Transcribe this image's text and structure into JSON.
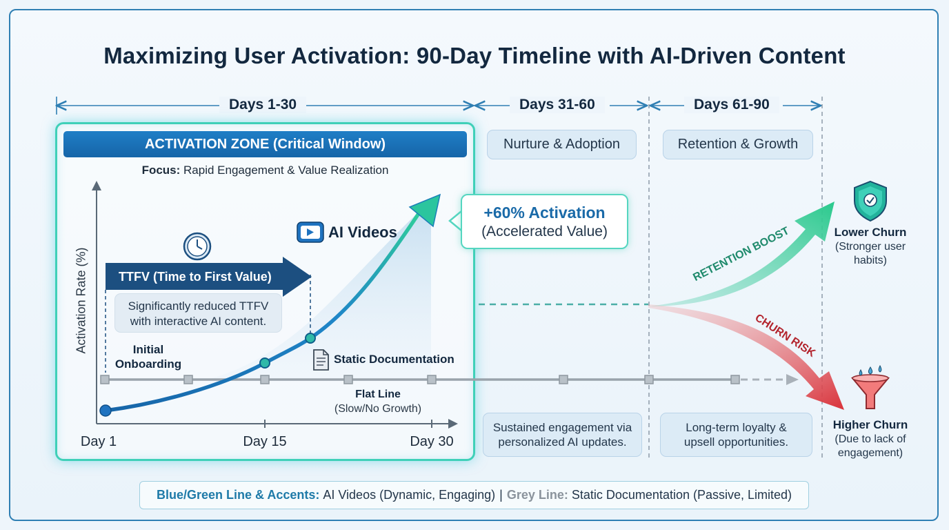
{
  "title": "Maximizing User Activation: 90-Day Timeline with AI-Driven Content",
  "phases": [
    {
      "label": "Days 1-30",
      "zone": "ACTIVATION ZONE (Critical Window)",
      "focus_label": "Focus:",
      "focus_text": "Rapid Engagement & Value Realization"
    },
    {
      "label": "Days 31-60",
      "badge": "Nurture & Adoption",
      "note": "Sustained engagement via personalized AI updates."
    },
    {
      "label": "Days 61-90",
      "badge": "Retention & Growth",
      "note": "Long-term loyalty & upsell opportunities."
    }
  ],
  "chart": {
    "y_axis_label": "Activation Rate (%)",
    "x_ticks": [
      "Day 1",
      "Day 15",
      "Day 30"
    ],
    "ai_series_label": "AI Videos",
    "static_series_label": "Static Documentation",
    "flat_line_title": "Flat Line",
    "flat_line_sub": "(Slow/No Growth)",
    "initial_onboarding": "Initial Onboarding",
    "ttfv_label": "TTFV (Time to First Value)",
    "ttfv_note": "Significantly reduced TTFV with interactive AI content."
  },
  "callout": {
    "title": "+60% Activation",
    "sub": "(Accelerated Value)"
  },
  "outcomes": {
    "retention_arrow": "RETENTION BOOST",
    "churn_arrow": "CHURN RISK",
    "lower_title": "Lower Churn",
    "lower_sub": "(Stronger user habits)",
    "higher_title": "Higher Churn",
    "higher_sub": "(Due to lack of engagement)"
  },
  "legend": {
    "part1_label": "Blue/Green Line & Accents:",
    "part1_text": "AI Videos (Dynamic, Engaging)",
    "sep": "|",
    "part2_label": "Grey Line:",
    "part2_text": "Static Documentation (Passive, Limited)"
  },
  "colors": {
    "ai_blue": "#1665a8",
    "ai_green": "#2fcf9a",
    "static_grey": "#9aa3ab",
    "churn_red": "#d9323a",
    "navy": "#13283f"
  }
}
